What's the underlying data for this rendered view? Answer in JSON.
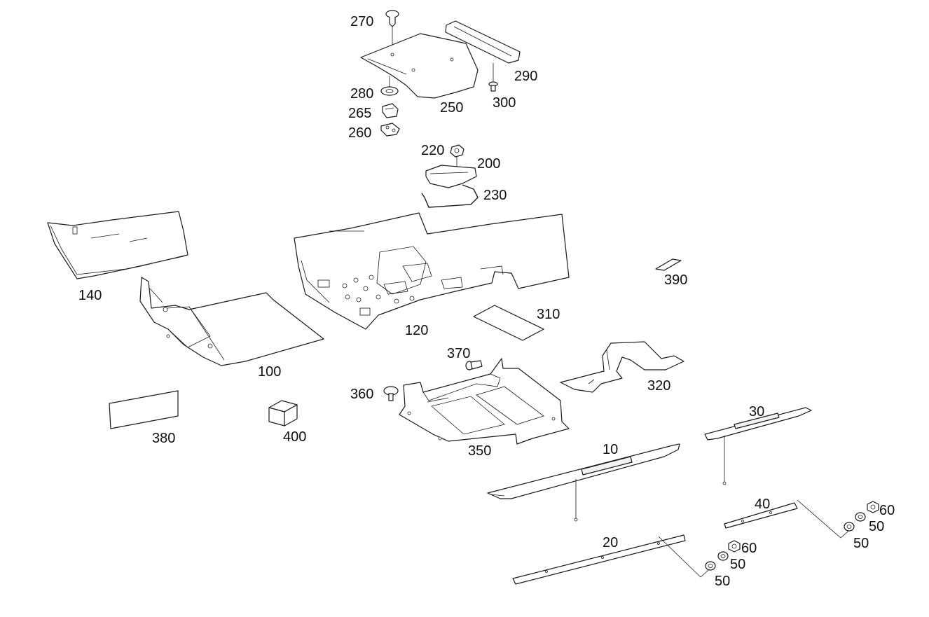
{
  "labels": {
    "p270": "270",
    "p290": "290",
    "p280": "280",
    "p250": "250",
    "p300": "300",
    "p265": "265",
    "p260": "260",
    "p220": "220",
    "p200": "200",
    "p230": "230",
    "p140": "140",
    "p120": "120",
    "p390": "390",
    "p310": "310",
    "p100": "100",
    "p370": "370",
    "p320": "320",
    "p360": "360",
    "p380": "380",
    "p400": "400",
    "p350": "350",
    "p30": "30",
    "p10": "10",
    "p40": "40",
    "p60a": "60",
    "p50a": "50",
    "p50b": "50",
    "p20": "20",
    "p60b": "60",
    "p50c": "50",
    "p50d": "50"
  }
}
